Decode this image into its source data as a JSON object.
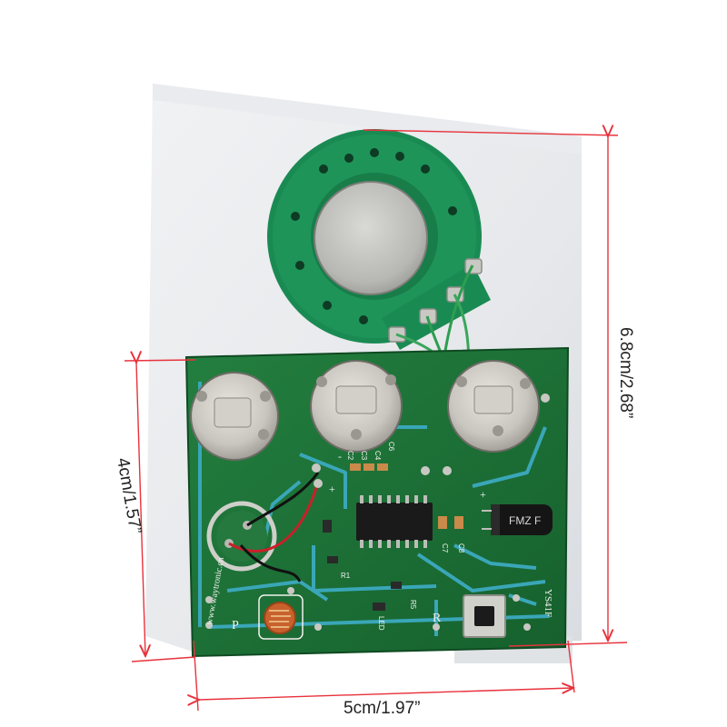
{
  "photo": {
    "subject": "",
    "dimensions": {
      "height_label": "6.8cm/2.68”",
      "board_height_label": "4cm/1.57”",
      "width_label": "5cm/1.97”"
    },
    "pcb_silkscreen": {
      "website": "www.waytronic.cn",
      "model": "YS41F",
      "p_label": "P",
      "r_label": "R",
      "led_label": "LED",
      "r1_label": "R1",
      "r5_label": "R5",
      "c2_label": "C2",
      "c3_label": "C3",
      "c4_label": "C4",
      "c6_label": "C6",
      "c7_label": "C7",
      "c8_label": "C8",
      "plus_label": "+",
      "minus_label": "-"
    },
    "capacitor_text": "FMZ F",
    "colors": {
      "pcb": "#1f7a3a",
      "speaker": "#1c8c55",
      "dimension_lines": "#e8323c",
      "trace": "#3aa6b8"
    }
  }
}
